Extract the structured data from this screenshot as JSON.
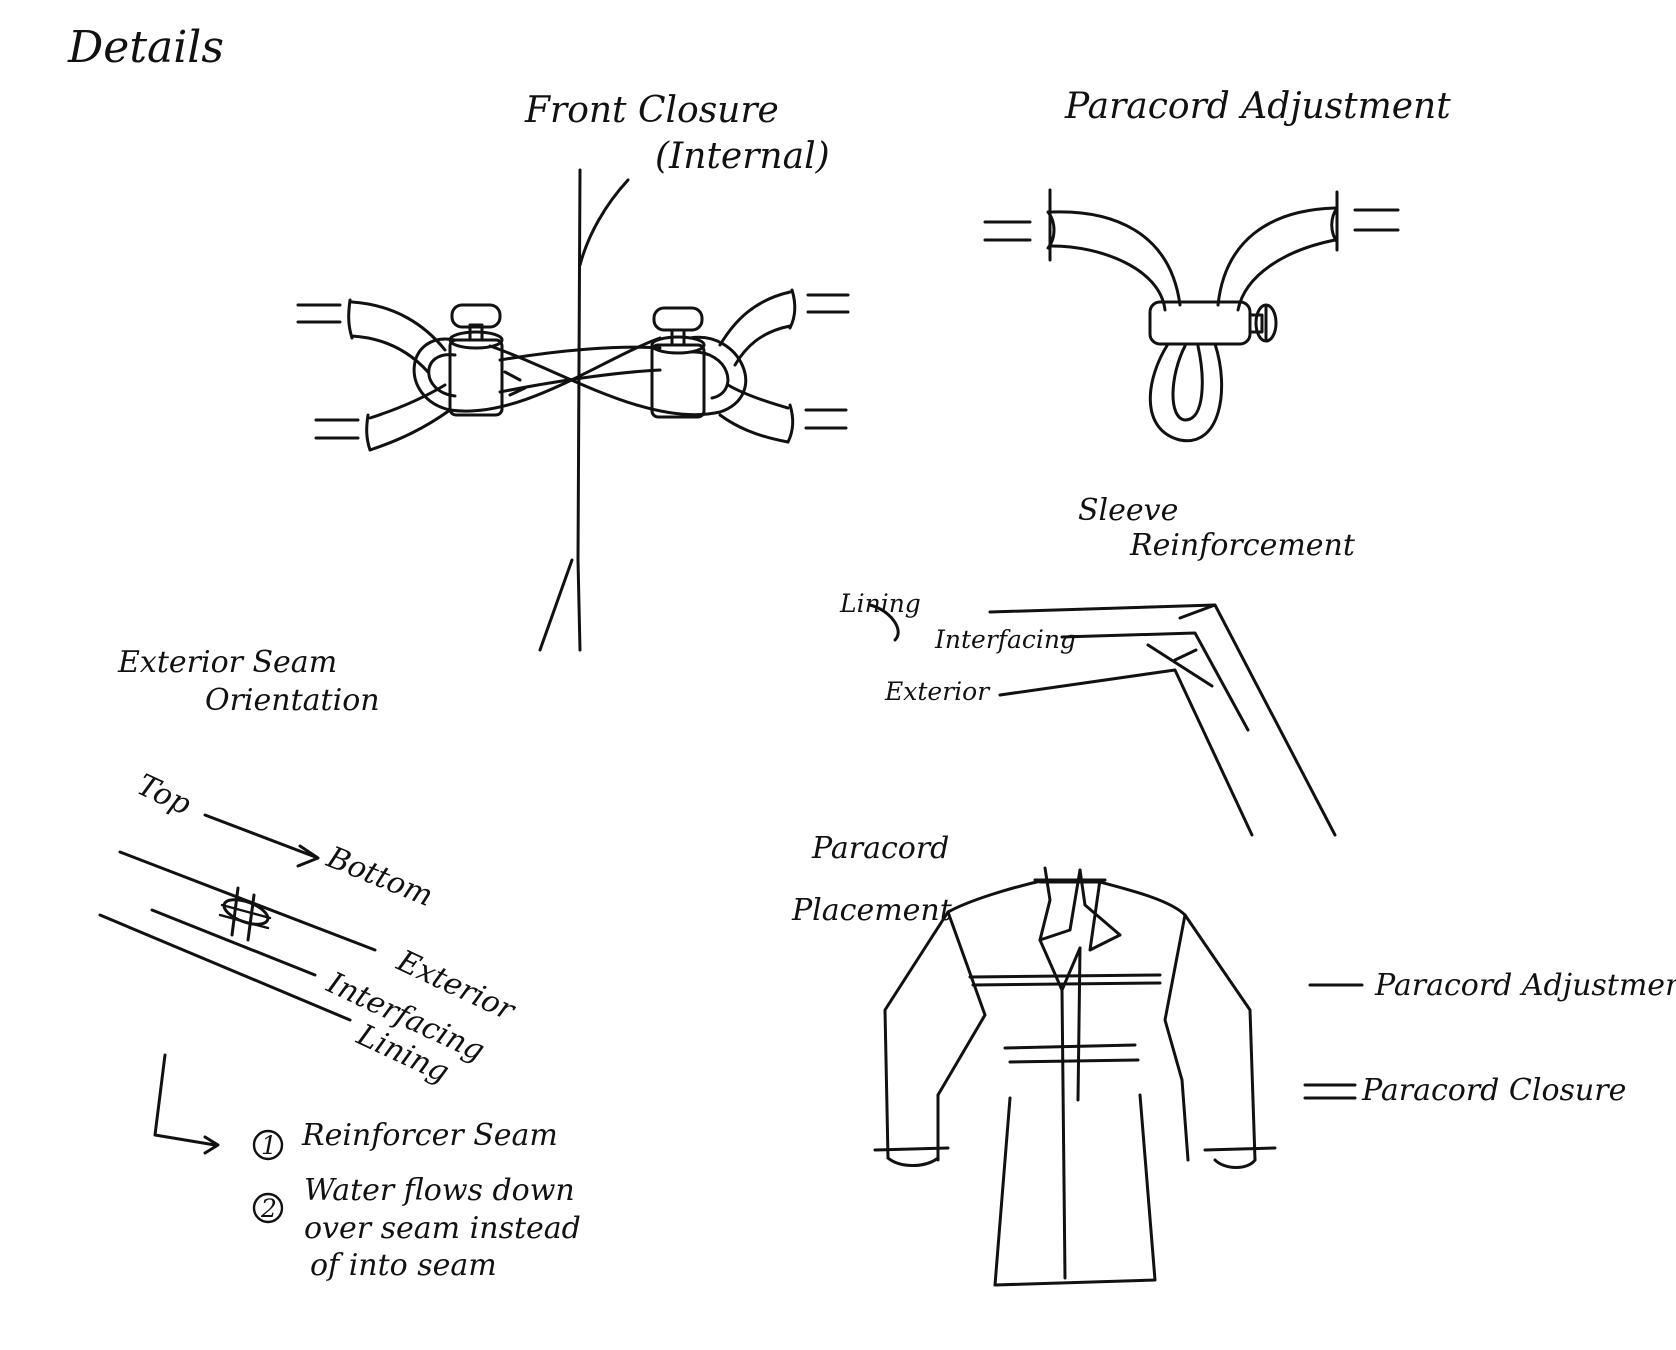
{
  "page": {
    "title": "Details",
    "ink_color": "#111111",
    "background": "#ffffff"
  },
  "front_closure": {
    "title_line1": "Front Closure",
    "title_line2": "(Internal)"
  },
  "paracord_adjustment": {
    "title": "Paracord Adjustment"
  },
  "sleeve_reinforcement": {
    "title_line1": "Sleeve",
    "title_line2": "Reinforcement",
    "labels": [
      "Lining",
      "Interfacing",
      "Exterior"
    ]
  },
  "exterior_seam": {
    "title_line1": "Exterior Seam",
    "title_line2": "Orientation",
    "direction_from": "Top",
    "direction_to": "Bottom",
    "layers": [
      "Exterior",
      "Interfacing",
      "Lining"
    ],
    "notes": [
      {
        "marker": "1",
        "lines": [
          "Reinforcer Seam"
        ]
      },
      {
        "marker": "2",
        "lines": [
          "Water flows down",
          "over seam instead",
          "of into seam"
        ]
      }
    ]
  },
  "paracord_placement": {
    "title_line1": "Paracord",
    "title_line2": "Placement",
    "legend": [
      {
        "symbol": "single-line",
        "label": "Paracord Adjustment"
      },
      {
        "symbol": "double-line",
        "label": "Paracord Closure"
      }
    ]
  }
}
